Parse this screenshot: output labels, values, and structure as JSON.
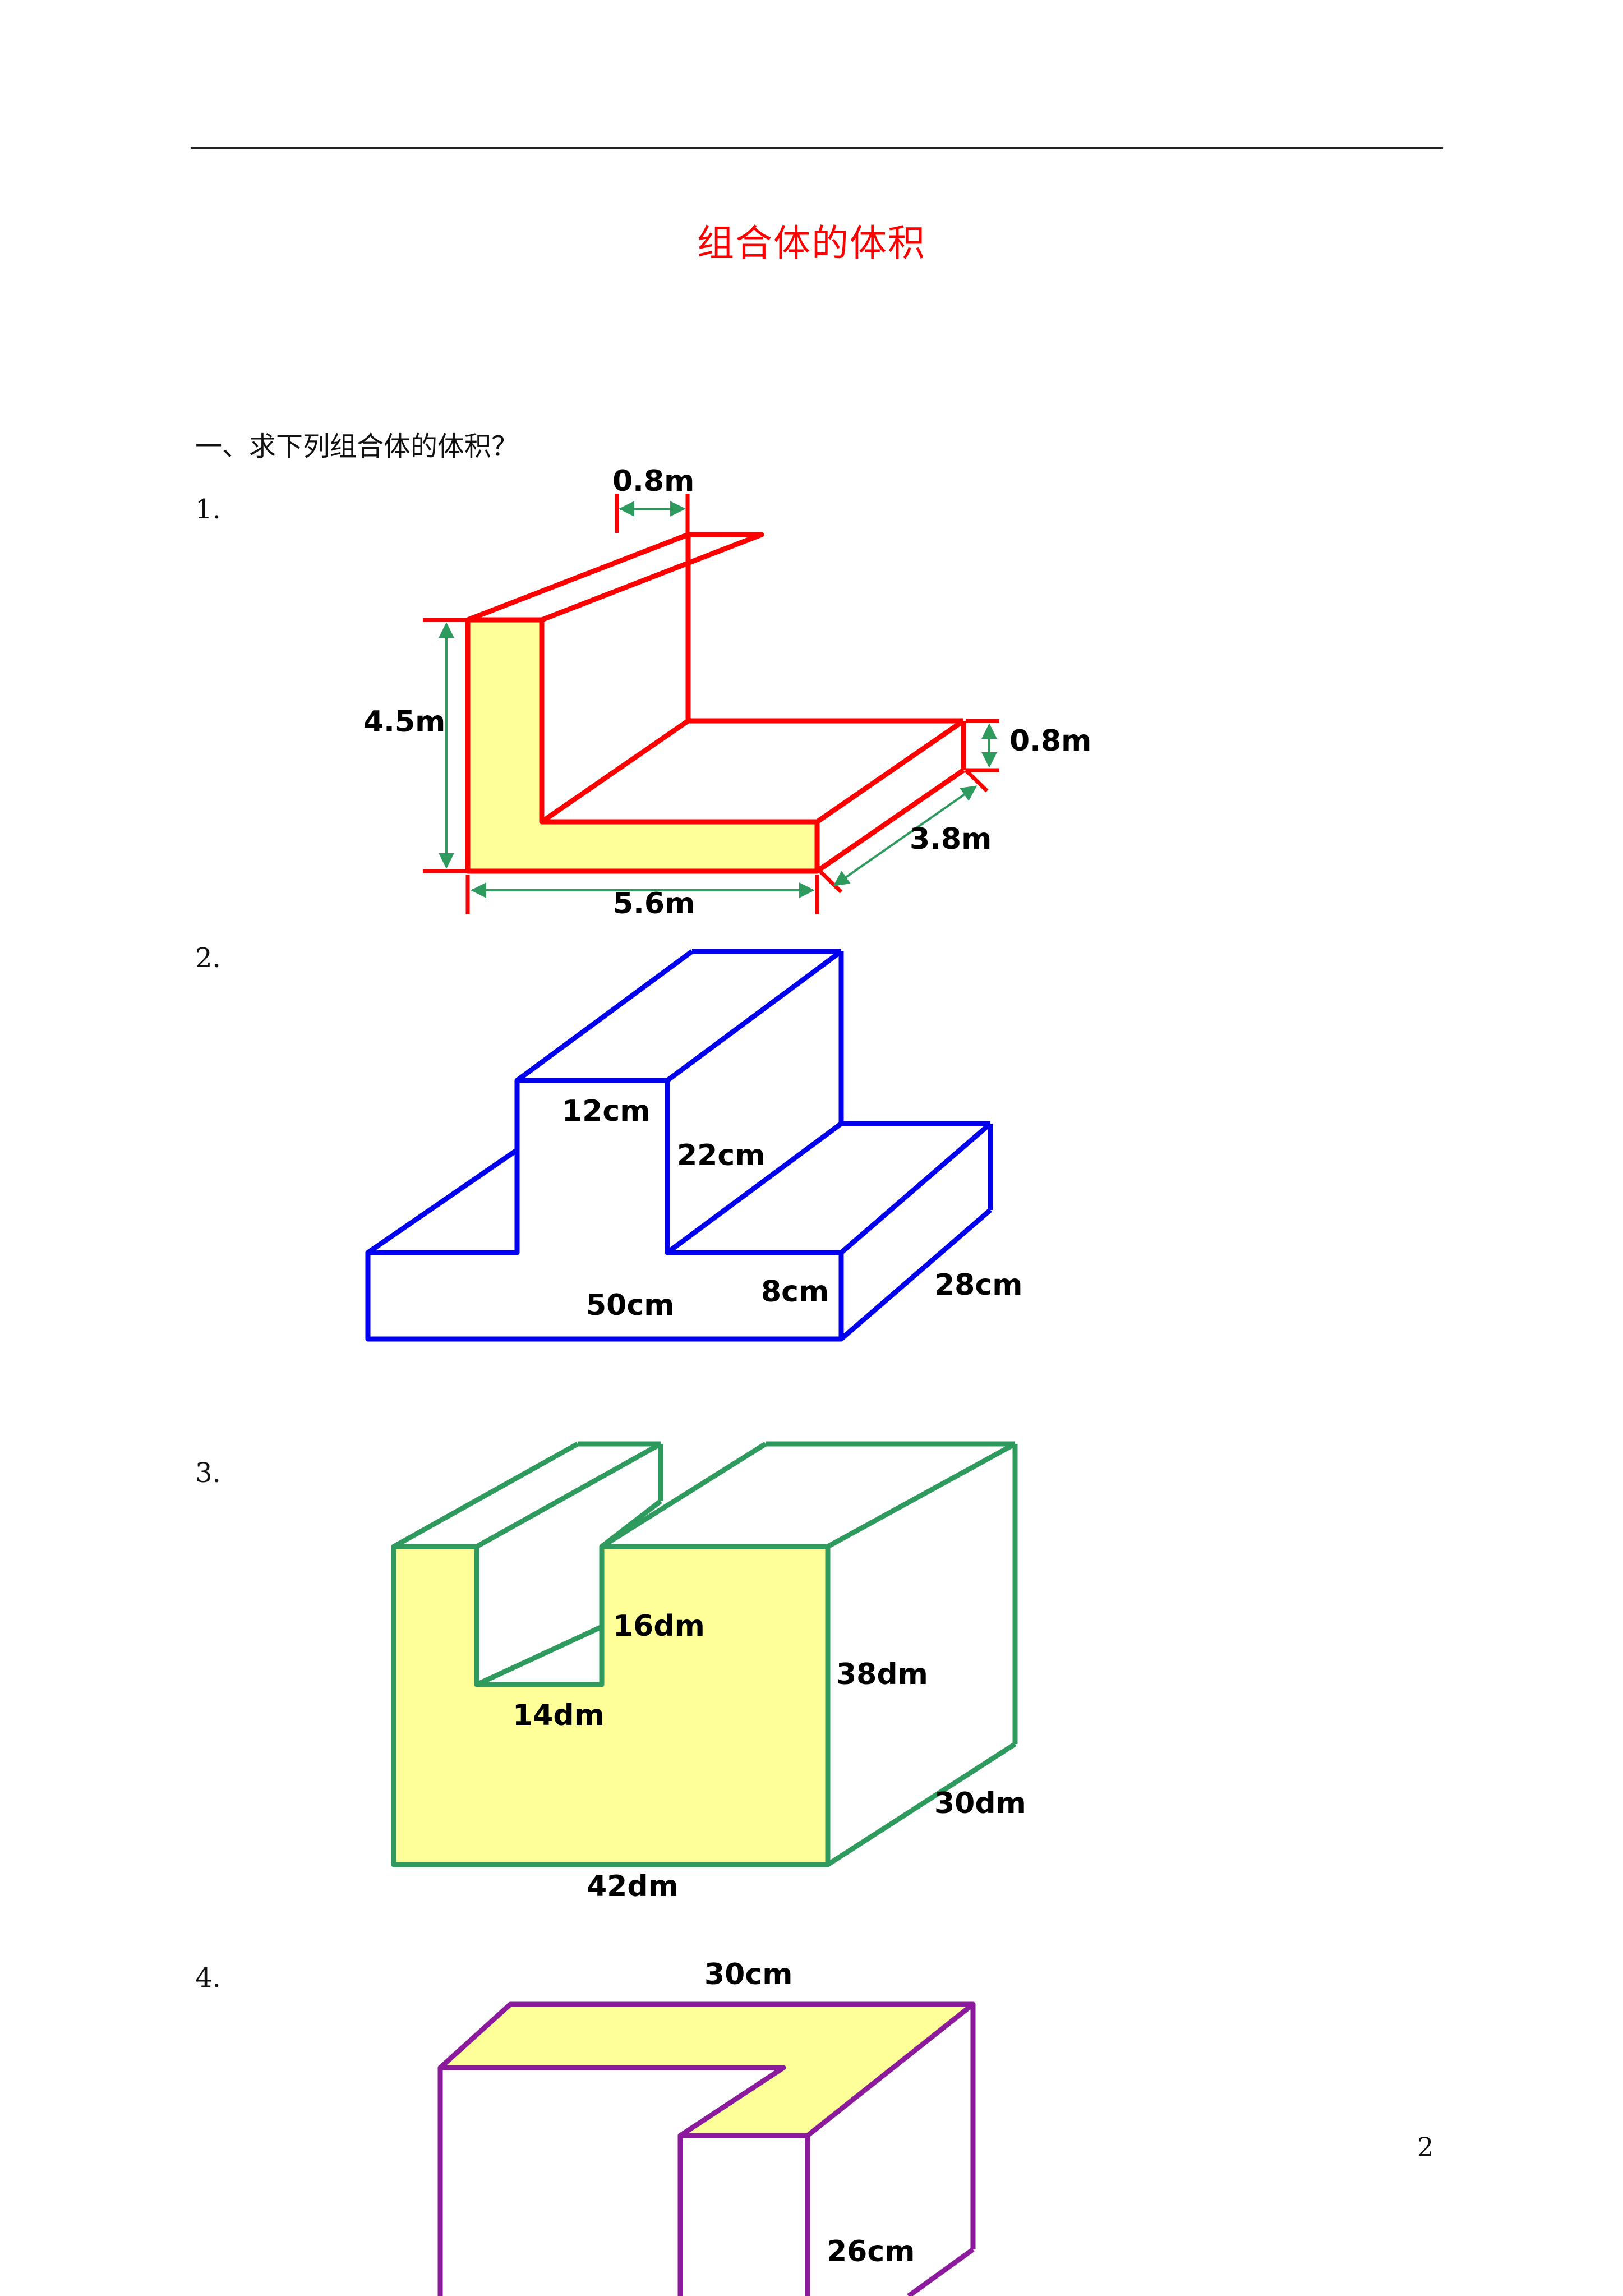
{
  "page": {
    "title": "组合体的体积",
    "section_heading": "一、求下列组合体的体积？",
    "page_number": "2"
  },
  "colors": {
    "title": "#ff0000",
    "fig1_stroke": "#ff0000",
    "fig2_stroke": "#0000ee",
    "fig3_stroke": "#2e9a5e",
    "fig4_stroke": "#8c1a9c",
    "face_fill": "#ffff99",
    "dimension_arrows": "#2e9a5e"
  },
  "questions": [
    {
      "number": "1.",
      "labels": {
        "top_thickness": "0.8m",
        "height": "4.5m",
        "base_thickness": "0.8m",
        "depth": "3.8m",
        "width": "5.6m"
      }
    },
    {
      "number": "2.",
      "labels": {
        "top_width": "12cm",
        "upper_height": "22cm",
        "base_width": "50cm",
        "base_height": "8cm",
        "depth": "28cm"
      }
    },
    {
      "number": "3.",
      "labels": {
        "notch_height": "16dm",
        "notch_width": "14dm",
        "height": "38dm",
        "depth": "30dm",
        "width": "42dm"
      }
    },
    {
      "number": "4.",
      "labels": {
        "top_width": "30cm",
        "height": "26cm"
      }
    }
  ]
}
